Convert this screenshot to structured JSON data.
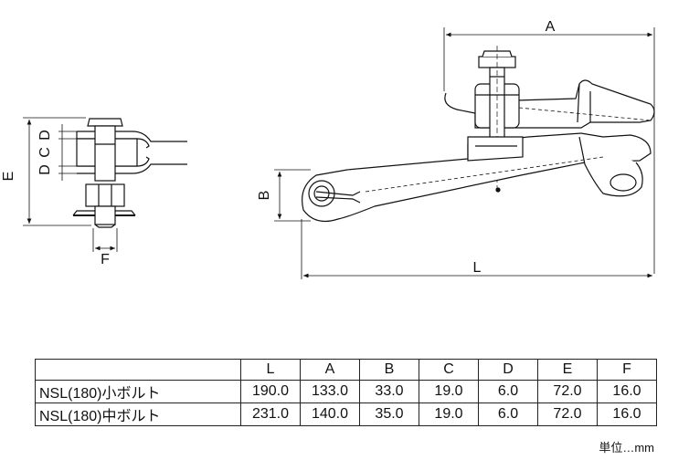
{
  "drawing": {
    "side_view_labels": {
      "E": "E",
      "D_top": "D",
      "C": "C",
      "D_bottom": "D",
      "F": "F"
    },
    "main_view_labels": {
      "A": "A",
      "B": "B",
      "L": "L"
    }
  },
  "table": {
    "headers": [
      "",
      "L",
      "A",
      "B",
      "C",
      "D",
      "E",
      "F"
    ],
    "rows": [
      {
        "model": "NSL(180)小ボルト",
        "values": [
          "190.0",
          "133.0",
          "33.0",
          "19.0",
          "6.0",
          "72.0",
          "16.0"
        ]
      },
      {
        "model": "NSL(180)中ボルト",
        "values": [
          "231.0",
          "140.0",
          "35.0",
          "19.0",
          "6.0",
          "72.0",
          "16.0"
        ]
      }
    ]
  },
  "unit_note": "単位…mm"
}
